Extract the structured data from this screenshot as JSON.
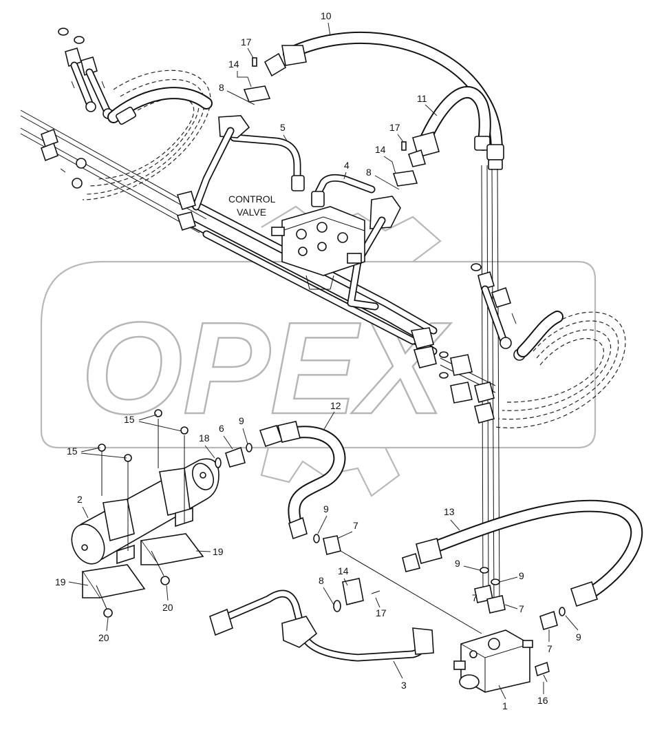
{
  "diagram": {
    "watermark": "OPEX",
    "control_valve_label_line1": "CONTROL",
    "control_valve_label_line2": "VALVE",
    "callouts": [
      {
        "id": "c1",
        "text": "1"
      },
      {
        "id": "c2",
        "text": "2"
      },
      {
        "id": "c3",
        "text": "3"
      },
      {
        "id": "c4",
        "text": "4"
      },
      {
        "id": "c5",
        "text": "5"
      },
      {
        "id": "c6",
        "text": "6"
      },
      {
        "id": "c7a",
        "text": "7"
      },
      {
        "id": "c7b",
        "text": "7"
      },
      {
        "id": "c7c",
        "text": "7"
      },
      {
        "id": "c7d",
        "text": "7"
      },
      {
        "id": "c8a",
        "text": "8"
      },
      {
        "id": "c8b",
        "text": "8"
      },
      {
        "id": "c8c",
        "text": "8"
      },
      {
        "id": "c9a",
        "text": "9"
      },
      {
        "id": "c9b",
        "text": "9"
      },
      {
        "id": "c9c",
        "text": "9"
      },
      {
        "id": "c9d",
        "text": "9"
      },
      {
        "id": "c9e",
        "text": "9"
      },
      {
        "id": "c10",
        "text": "10"
      },
      {
        "id": "c11",
        "text": "11"
      },
      {
        "id": "c12",
        "text": "12"
      },
      {
        "id": "c13",
        "text": "13"
      },
      {
        "id": "c14a",
        "text": "14"
      },
      {
        "id": "c14b",
        "text": "14"
      },
      {
        "id": "c14c",
        "text": "14"
      },
      {
        "id": "c15a",
        "text": "15"
      },
      {
        "id": "c15b",
        "text": "15"
      },
      {
        "id": "c16",
        "text": "16"
      },
      {
        "id": "c17a",
        "text": "17"
      },
      {
        "id": "c17b",
        "text": "17"
      },
      {
        "id": "c17c",
        "text": "17"
      },
      {
        "id": "c18",
        "text": "18"
      },
      {
        "id": "c19a",
        "text": "19"
      },
      {
        "id": "c19b",
        "text": "19"
      },
      {
        "id": "c20a",
        "text": "20"
      },
      {
        "id": "c20b",
        "text": "20"
      }
    ]
  }
}
